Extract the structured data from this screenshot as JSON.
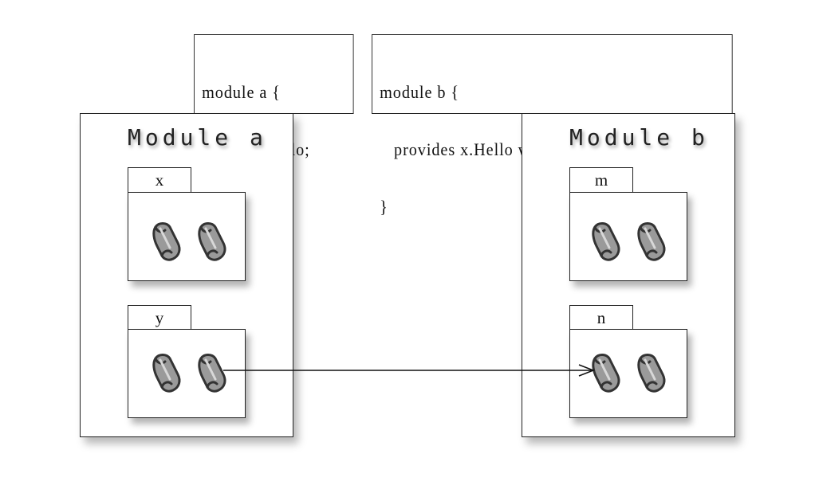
{
  "code_a": {
    "lines": [
      "module a {",
      "   uses x.Hello;",
      "}"
    ]
  },
  "code_b": {
    "lines": [
      "module b {",
      "   provides x.Hello with n.HelloImpl;",
      "}"
    ]
  },
  "module_a": {
    "title": "Module a",
    "packages": [
      {
        "label": "x",
        "icons": [
          "scroll-icon",
          "scroll-icon"
        ]
      },
      {
        "label": "y",
        "icons": [
          "scroll-icon",
          "scroll-icon"
        ]
      }
    ]
  },
  "module_b": {
    "title": "Module b",
    "packages": [
      {
        "label": "m",
        "icons": [
          "scroll-icon",
          "scroll-icon"
        ]
      },
      {
        "label": "n",
        "icons": [
          "scroll-icon",
          "scroll-icon"
        ]
      }
    ]
  },
  "arrow": {
    "from": "module_a.y",
    "to": "module_b.n"
  }
}
